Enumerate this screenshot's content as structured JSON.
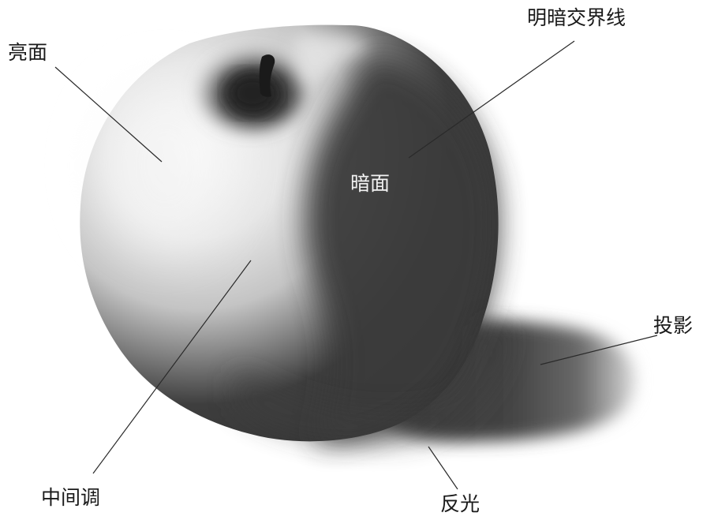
{
  "labels": {
    "bright_side": "亮面",
    "terminator": "明暗交界线",
    "dark_side": "暗面",
    "cast_shadow": "投影",
    "midtone": "中间调",
    "reflected_light": "反光"
  },
  "colors": {
    "background": "#ffffff",
    "label_text": "#1a1a1a",
    "dark_side_label": "#f2f2f2",
    "shadow_core": "#3a3a3a"
  }
}
